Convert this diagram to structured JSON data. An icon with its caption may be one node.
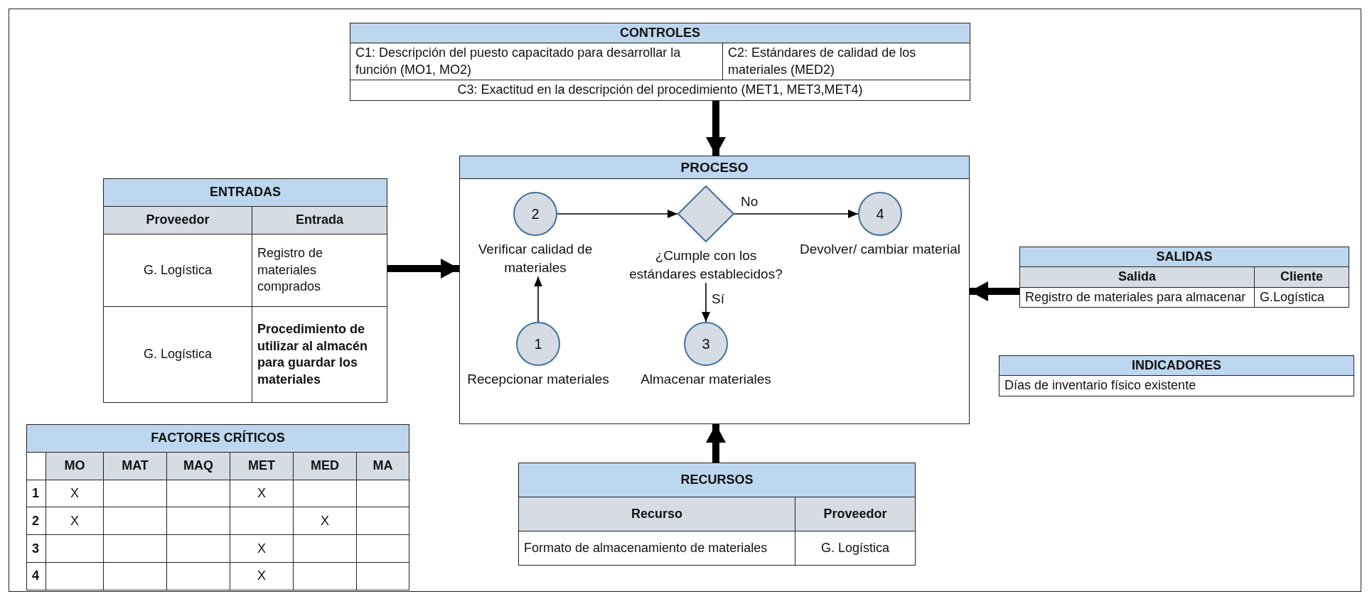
{
  "diagram": {
    "nodes": [
      {
        "text": [
          "CONTROLES",
          "C1: Descripción del puesto capacitado para desarrollar la función (MO1, MO2)",
          "C2: Estándares de calidad de los materiales (MED2)",
          "C3: Exactitud en la descripción del procedimiento (MET1, MET3,MET4)"
        ]
      },
      {
        "text": [
          "PROCESO"
        ]
      },
      {
        "text": [
          "2"
        ],
        "in": 1,
        "beside": [
          "Verificar calidad de materiales"
        ]
      },
      {
        "text": [],
        "shape": "diamond",
        "in": 1,
        "beside": [
          "¿Cumple con los estándares establecidos?"
        ]
      },
      {
        "text": [
          "4"
        ],
        "in": 1,
        "beside": [
          "Devolver/ cambiar material"
        ]
      },
      {
        "text": [
          "1"
        ],
        "in": 1,
        "beside": [
          "Recepcionar materiales"
        ]
      },
      {
        "text": [
          "3"
        ],
        "in": 1,
        "beside": [
          "Almacenar materiales"
        ]
      },
      {
        "text": [
          "ENTRADAS",
          "Proveedor",
          "Entrada",
          "G. Logística",
          "Registro de materiales comprados",
          "G. Logística",
          "Procedimiento de utilizar al almacén para guardar los materiales"
        ]
      },
      {
        "text": [
          "SALIDAS",
          "Salida",
          "Cliente",
          "Registro de materiales para almacenar",
          "G.Logística"
        ]
      },
      {
        "text": [
          "INDICADORES",
          "Días de inventario físico existente"
        ]
      },
      {
        "text": [
          "FACTORES CRÍTICOS",
          "MO",
          "MAT",
          "MAQ",
          "MET",
          "MED",
          "MA",
          "1",
          "X",
          "X",
          "2",
          "X",
          "X",
          "3",
          "X",
          "4",
          "X"
        ]
      },
      {
        "text": [
          "RECURSOS",
          "Recurso",
          "Proveedor",
          "Formato de almacenamiento de materiales",
          "G. Logística"
        ]
      }
    ],
    "edges": [
      {
        "from": 0,
        "to": 1,
        "arrow": "to",
        "style": "thick"
      },
      {
        "from": 7,
        "to": 1,
        "arrow": "to",
        "style": "thick"
      },
      {
        "from": 8,
        "to": 1,
        "arrow": "to",
        "style": "thick"
      },
      {
        "from": 11,
        "to": 1,
        "arrow": "to",
        "style": "thick"
      },
      {
        "from": 5,
        "to": 2,
        "arrow": "to"
      },
      {
        "from": 2,
        "to": 3,
        "arrow": "to"
      },
      {
        "from": 3,
        "to": 4,
        "arrow": "to",
        "label": "No"
      },
      {
        "from": 3,
        "to": 6,
        "arrow": "to",
        "label": "Sí"
      }
    ]
  }
}
